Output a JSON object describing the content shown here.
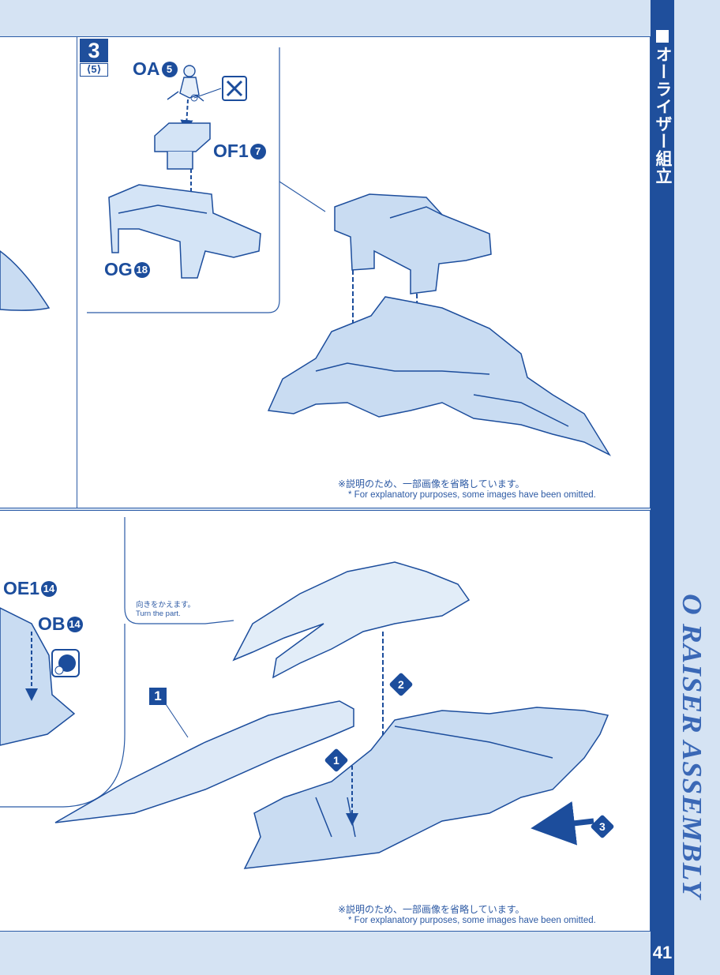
{
  "sidebar": {
    "title_jp": "オーライザー組立",
    "title_en": "O RAISER ASSEMBLY",
    "page_number": "41"
  },
  "step": {
    "number": "3",
    "sub": "⟨5⟩"
  },
  "parts": {
    "oa": "OA",
    "oa_num": "5",
    "of1": "OF1",
    "of1_num": "7",
    "og": "OG",
    "og_num": "18",
    "oe1": "OE1",
    "oe1_num": "14",
    "ob": "OB",
    "ob_num": "14"
  },
  "notes": {
    "omit_jp": "※説明のため、一部画像を省略しています。",
    "omit_en": "* For explanatory purposes, some images have been omitted.",
    "turn_jp": "向きをかえます。",
    "turn_en": "Turn the part."
  },
  "markers": {
    "seq1": "1",
    "seq2": "2",
    "seq3": "3",
    "part_ref": "1"
  },
  "colors": {
    "brand_blue": "#1f4f9c",
    "part_fill": "#c9dcf2",
    "page_bg": "#d5e3f3"
  },
  "icons": [
    "nipper-icon",
    "seal-sticker-icon"
  ]
}
